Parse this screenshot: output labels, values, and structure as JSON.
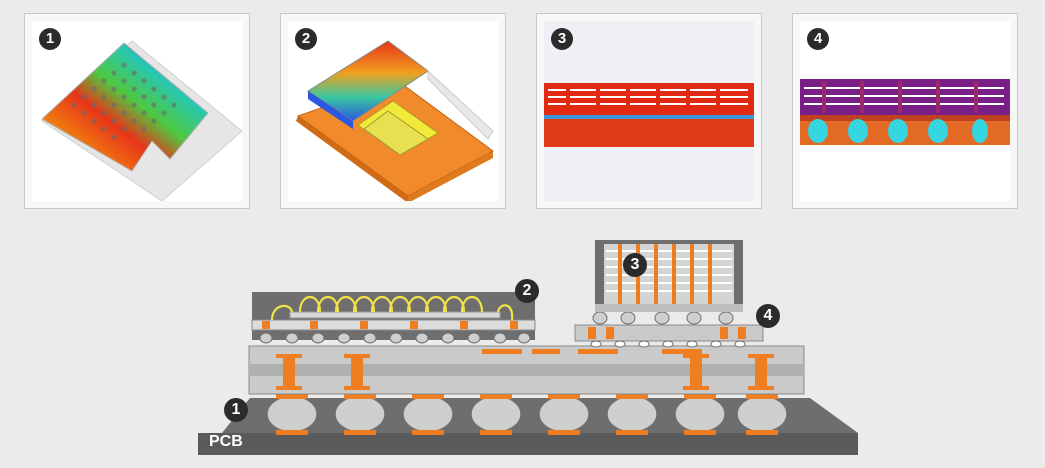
{
  "panels": [
    {
      "number": "1",
      "view": "heatmap-substrate-ball-grid"
    },
    {
      "number": "2",
      "view": "heatmap-die-stack-on-substrate"
    },
    {
      "number": "3",
      "view": "heatmap-stacked-die-cross-section"
    },
    {
      "number": "4",
      "view": "heatmap-interposer-bumps-cross-section"
    }
  ],
  "diagram": {
    "callouts": [
      "1",
      "2",
      "3",
      "4"
    ],
    "pcb_label": "PCB"
  },
  "colors": {
    "background": "#ebebeb",
    "substrate_gray": "#c8c8c8",
    "dark_gray": "#5a5a5a",
    "copper": "#ef7d22",
    "wire_yellow": "#f0e24a",
    "heat_red": "#e22a12",
    "heat_purple": "#7a1f86",
    "bump_cyan": "#35d6e0"
  }
}
